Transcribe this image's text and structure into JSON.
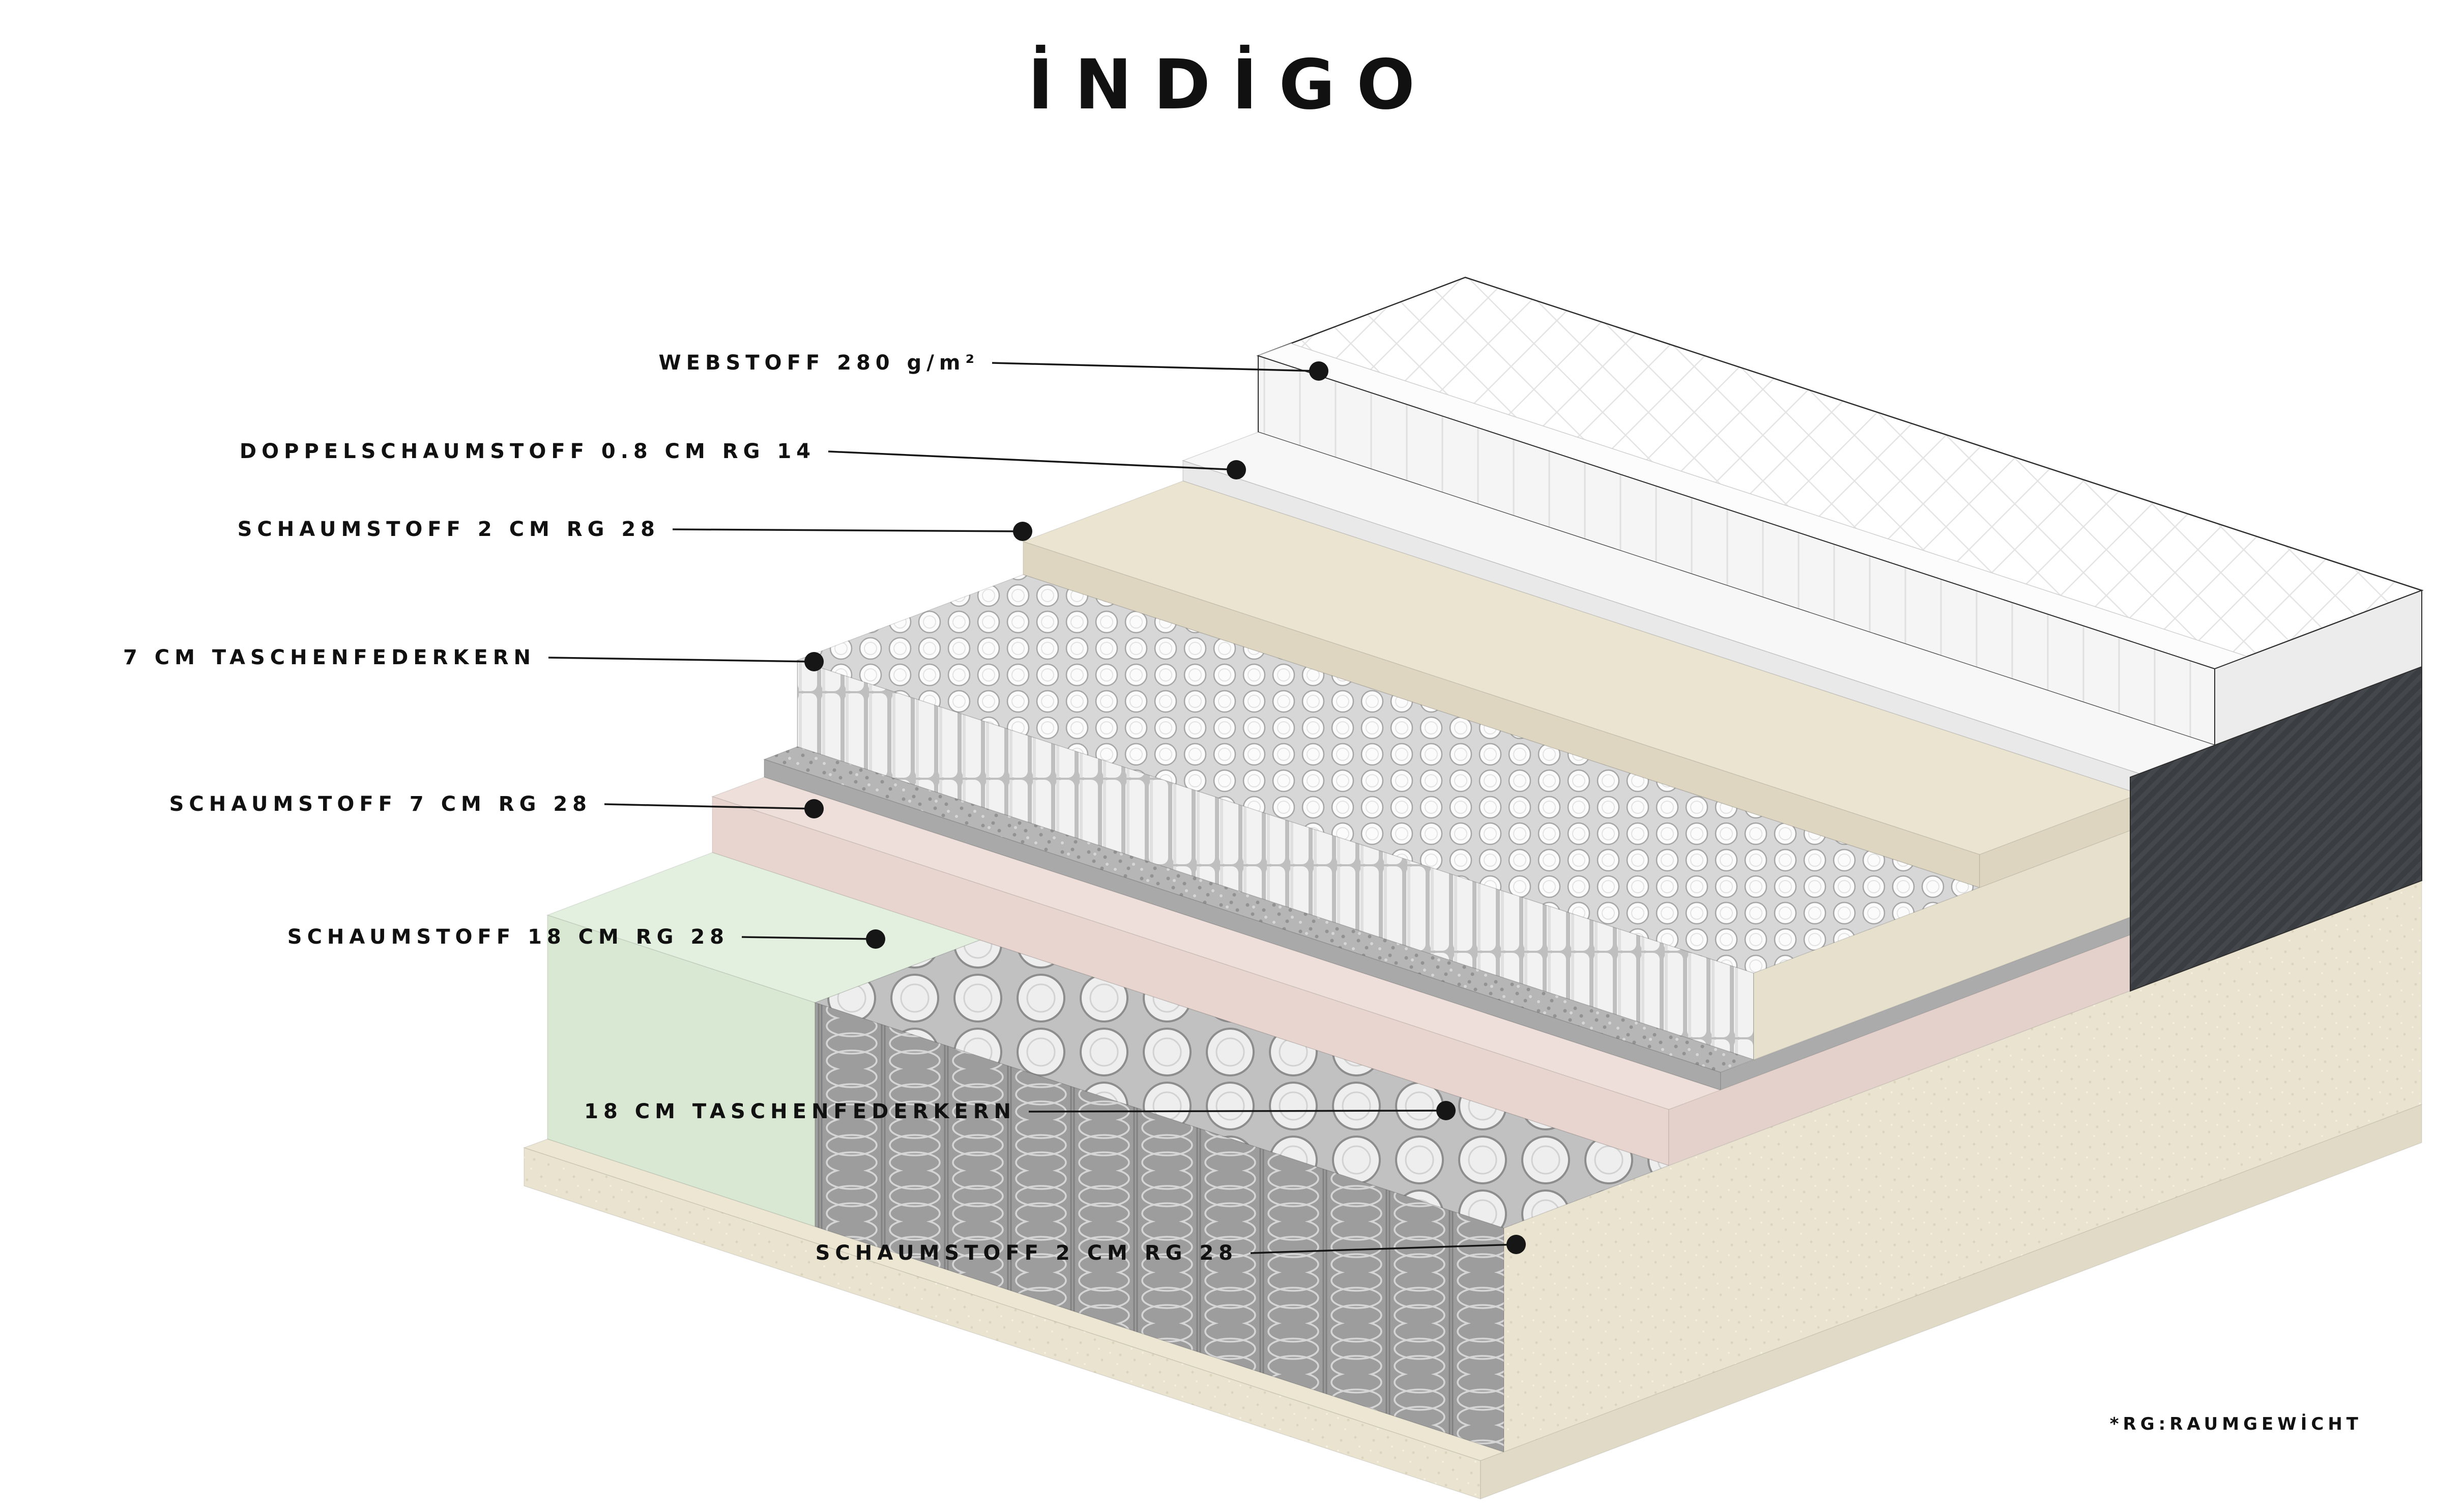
{
  "title": "İNDİGO",
  "labels": [
    {
      "id": "webstoff",
      "text": "WEBSTOFF 280 g/m²"
    },
    {
      "id": "doppelschaumstoff-08cm",
      "text": "DOPPELSCHAUMSTOFF 0.8 CM RG 14"
    },
    {
      "id": "schaumstoff-2cm-oben",
      "text": "SCHAUMSTOFF 2 CM RG 28"
    },
    {
      "id": "taschenfederkern-7cm",
      "text": "7 CM TASCHENFEDERKERN"
    },
    {
      "id": "schaumstoff-7cm",
      "text": "SCHAUMSTOFF 7 CM RG 28"
    },
    {
      "id": "schaumstoff-18cm",
      "text": "SCHAUMSTOFF 18 CM RG 28"
    },
    {
      "id": "taschenfederkern-18cm",
      "text": "18 CM TASCHENFEDERKERN"
    },
    {
      "id": "schaumstoff-2cm-unten",
      "text": "SCHAUMSTOFF 2 CM RG 28"
    }
  ],
  "footnote": "*RG:RAUMGEWİCHT",
  "colors": {
    "ink": "#161616",
    "quilt_white": "#ffffff",
    "foam_beige": "#eae4d1",
    "foam_pink": "#e8d5cf",
    "foam_green": "#d8e8d2",
    "side_panel_dark": "#3a3d41",
    "base_cream": "#e9e3d0"
  }
}
